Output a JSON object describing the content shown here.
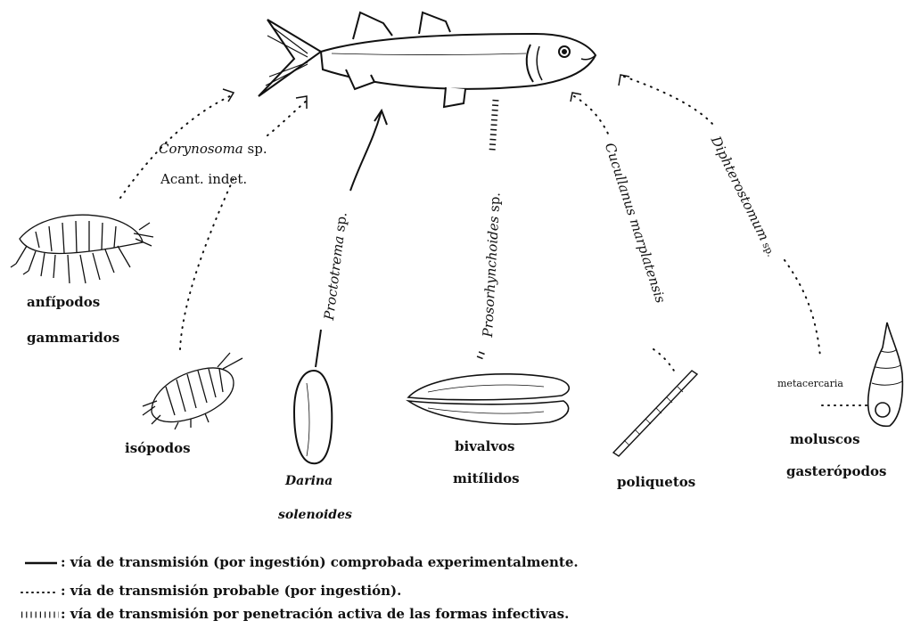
{
  "hosts": {
    "anfipodos": "anfípodos",
    "gammaridos": "gammaridos",
    "isopodos": "isópodos",
    "darina": "Darina",
    "solenoides": "solenoides",
    "bivalvos": "bivalvos",
    "mitilidos": "mitílidos",
    "poliquetos": "poliquetos",
    "moluscos": "moluscos",
    "gasteropodos": "gasterópodos",
    "metacercaria": "metacercaria"
  },
  "parasites": {
    "corynosoma_genus": "Corynosoma",
    "corynosoma_sp": " sp.",
    "acant_indet": "Acant. indet.",
    "proctotrema_genus": "Proctotrema",
    "proctotrema_sp": " sp.",
    "prosorhynchoides_genus": "Prosorhynchoides",
    "prosorhynchoides_sp": " sp.",
    "cucullanus": "Cucullanus marplatensis",
    "diphterostomum_genus": "Diphterostomum",
    "diphterostomum_sp": " sp."
  },
  "legend": [
    {
      "style": "solid",
      "text": ": vía de transmisión (por ingestión) comprobada experimentalmente."
    },
    {
      "style": "dotted",
      "text": ": vía de transmisión probable (por ingestión)."
    },
    {
      "style": "hatched",
      "text": ": vía de transmisión por penetración activa de las formas infectivas."
    }
  ]
}
